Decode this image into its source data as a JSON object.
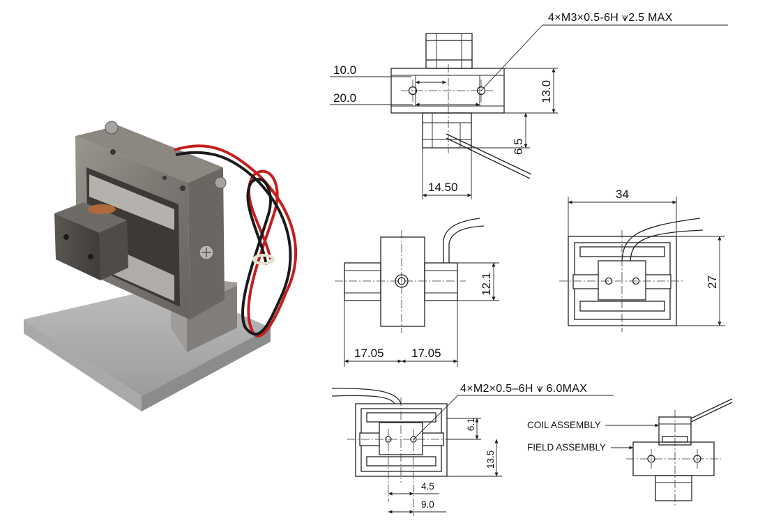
{
  "photo": {
    "subject": "voice-coil-actuator-assembly"
  },
  "top_view": {
    "thread_callout": "4×M3×0.5-6H ⩛2.5 MAX",
    "dim_10": "10.0",
    "dim_20": "20.0",
    "dim_13": "13.0",
    "dim_6_5": "6.5",
    "dim_14_50": "14.50"
  },
  "side_view": {
    "dim_12_1": "12.1",
    "dim_17_05_left": "17.05",
    "dim_17_05_right": "17.05"
  },
  "front_view": {
    "dim_34": "34",
    "dim_27": "27"
  },
  "bottom_view": {
    "thread_callout": "4×M2×0.5–6H ⩛ 6.0MAX",
    "dim_6_1": "6.1",
    "dim_13_5": "13.5",
    "dim_4_5": "4.5",
    "dim_9_0": "9.0"
  },
  "assembly_view": {
    "coil_label": "COIL ASSEMBLY",
    "field_label": "FIELD ASSEMBLY"
  }
}
